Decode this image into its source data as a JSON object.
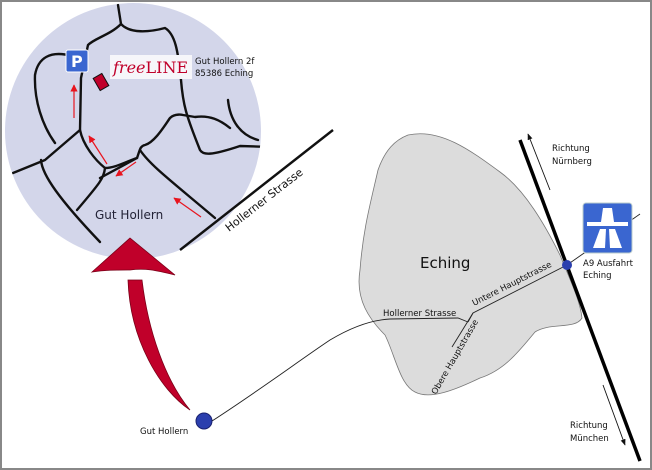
{
  "inset": {
    "company_logo": "freeLINE",
    "logo_part1": "free",
    "logo_part2": "LINE",
    "address_line1": "Gut Hollern 2f",
    "address_line2": "85386 Eching",
    "parking_label": "P",
    "area_label": "Gut Hollern",
    "street_label": "Hollerner Strasse"
  },
  "overview": {
    "town_label": "Eching",
    "street_hollerner": "Hollerner Strasse",
    "street_untere": "Untere Hauptstrasse",
    "street_obere": "Obere Hauptstrasse",
    "exit_line1": "A9 Ausfahrt",
    "exit_line2": "Eching",
    "north_line1": "Richtung",
    "north_line2": "Nürnberg",
    "south_line1": "Richtung",
    "south_line2": "München",
    "start_label": "Gut Hollern"
  },
  "colors": {
    "inset_fill": "#d3d6ea",
    "town_fill": "#dcdcdc",
    "arrow_red": "#c0002a",
    "sign_blue": "#3a66d0"
  }
}
